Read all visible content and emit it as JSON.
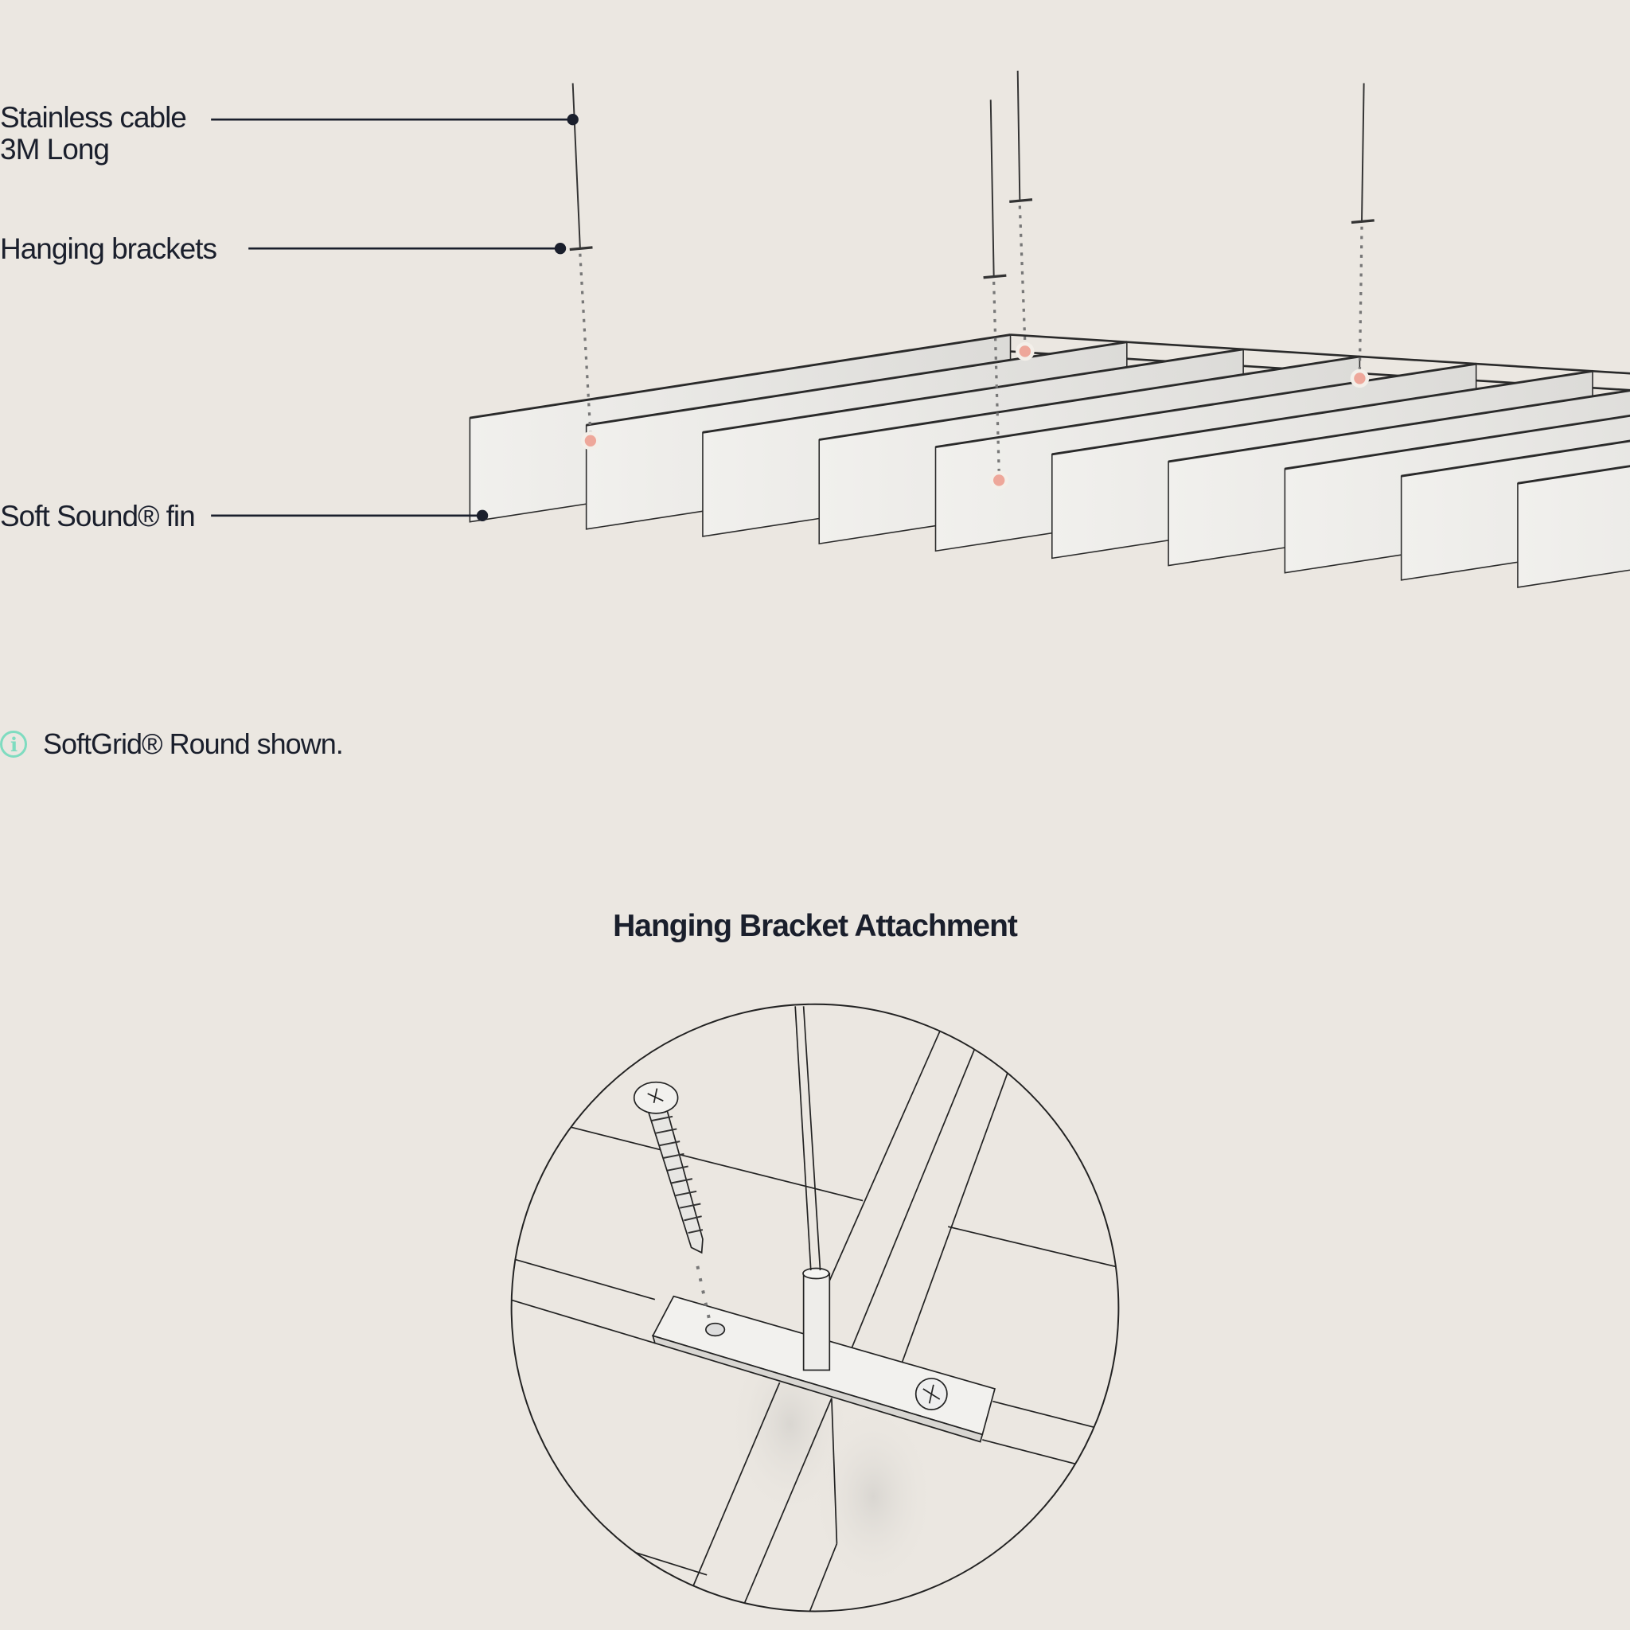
{
  "labels": {
    "cable_line1": "Stainless cable",
    "cable_line2": "3M Long",
    "brackets": "Hanging brackets",
    "fin": "Soft Sound® fin"
  },
  "note": {
    "icon": "info-icon",
    "icon_glyph": "i",
    "text": "SoftGrid® Round shown."
  },
  "detail": {
    "title": "Hanging Bracket Attachment"
  },
  "colors": {
    "background": "#ebe7e1",
    "text": "#1a1f2c",
    "attachment_point": "#eea79a",
    "info_accent": "#7fdcc0"
  }
}
